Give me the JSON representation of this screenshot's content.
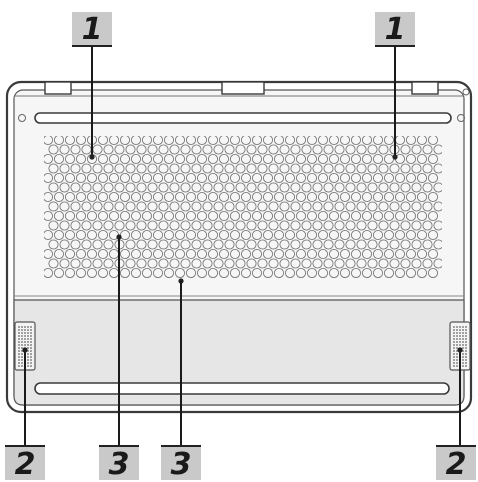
{
  "diagram": {
    "callouts": [
      {
        "id": "c1a",
        "label": "1"
      },
      {
        "id": "c1b",
        "label": "1"
      },
      {
        "id": "c2a",
        "label": "2"
      },
      {
        "id": "c2b",
        "label": "2"
      },
      {
        "id": "c3a",
        "label": "3"
      },
      {
        "id": "c3b",
        "label": "3"
      }
    ],
    "colors": {
      "label_bg": "#c9c9c9",
      "outline": "#3a3a3a",
      "body_fill": "#f6f6f6",
      "body_stroke": "#555555",
      "lower_panel": "#e6e6e6",
      "vent_hole": "#7a7a7a",
      "leader": "#1a1a1a",
      "dot": "#222222"
    }
  }
}
